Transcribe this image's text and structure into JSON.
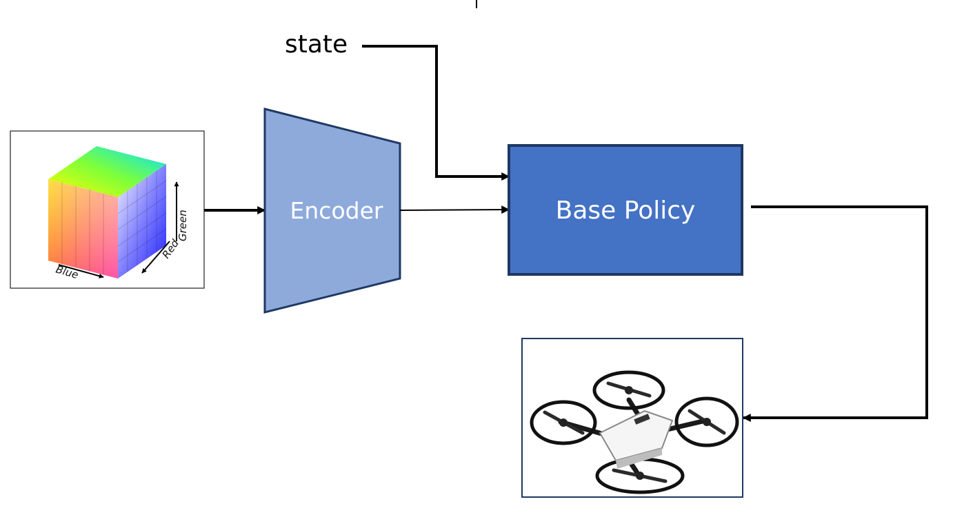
{
  "diagram": {
    "state_label": "state",
    "encoder_label": "Encoder",
    "policy_label": "Base Policy",
    "rgb_cube": {
      "axis_labels": {
        "blue": "Blue",
        "red": "Red",
        "green": "Green"
      }
    },
    "colors": {
      "encoder_fill": "#8eaadb",
      "encoder_stroke": "#1f3864",
      "policy_fill": "#4472c4",
      "policy_stroke": "#1f3864",
      "frame_stroke": "#1f3864",
      "arrow": "#000000"
    }
  }
}
